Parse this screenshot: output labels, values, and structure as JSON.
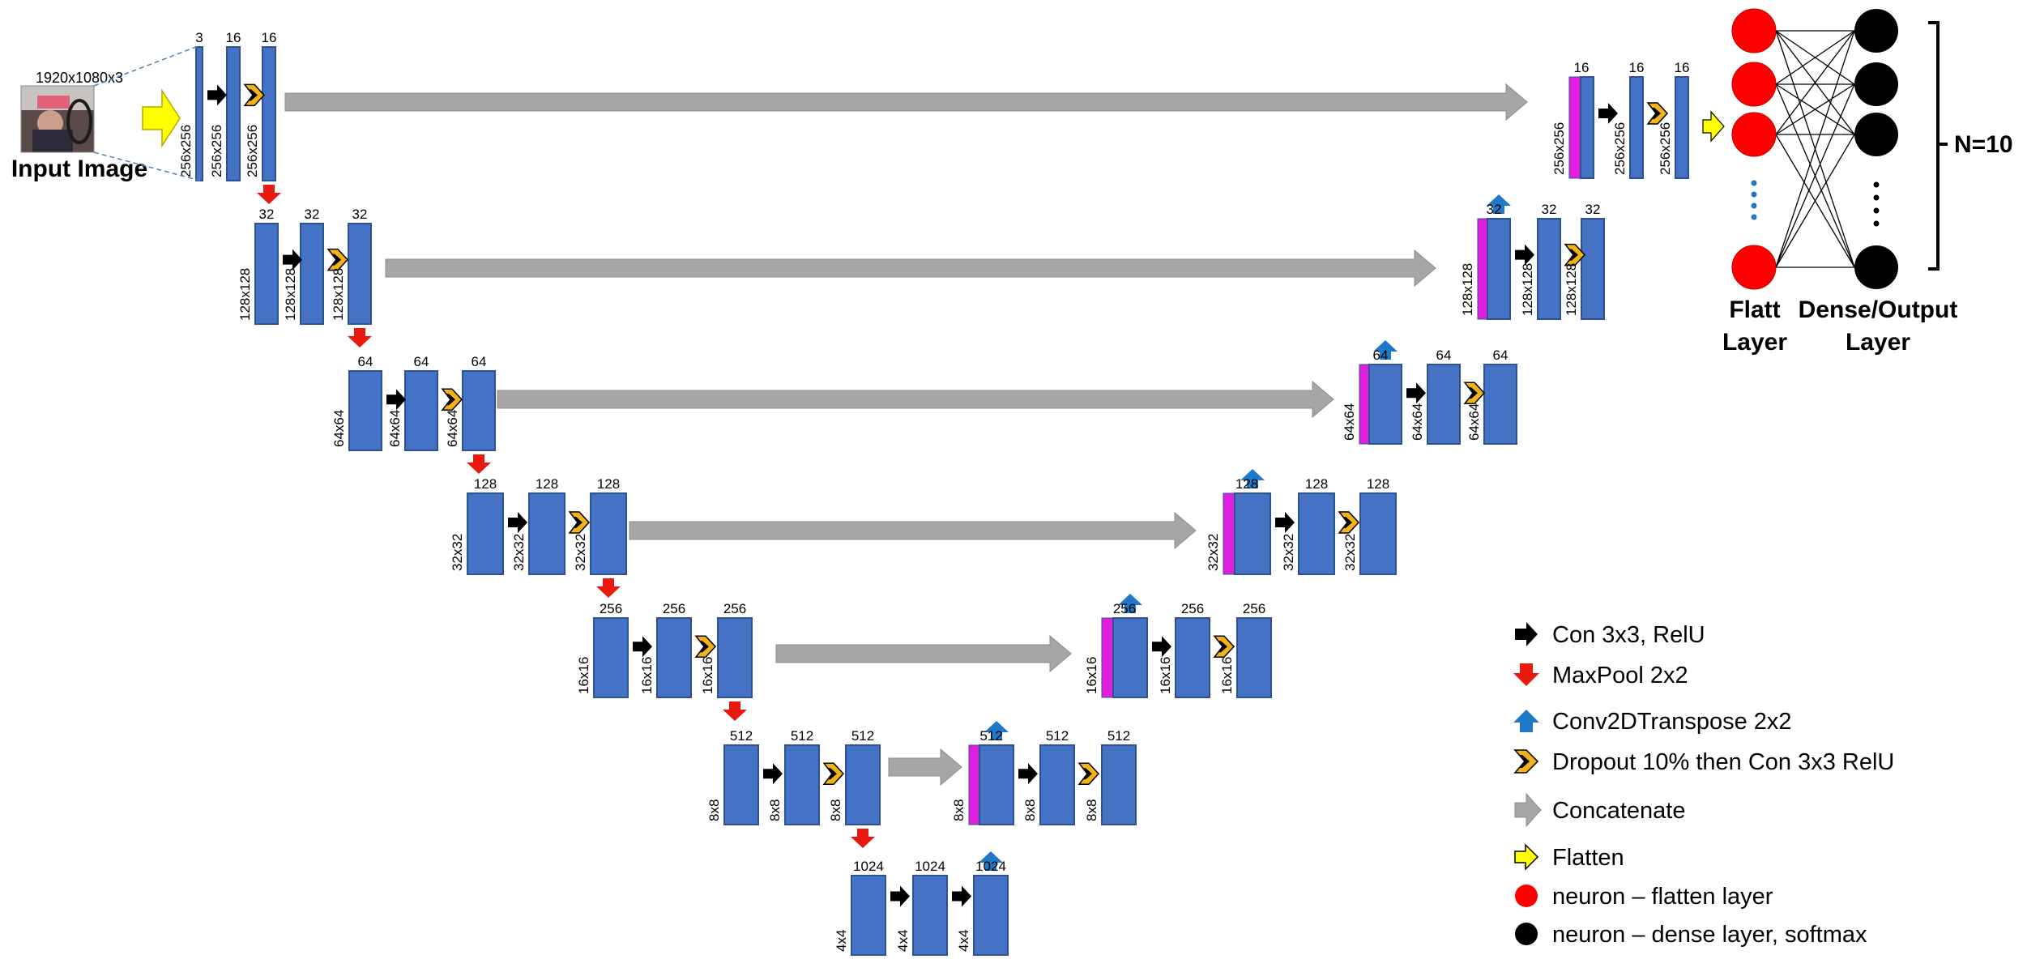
{
  "input": {
    "resolution": "1920x1080x3",
    "label": "Input Image"
  },
  "encoder": [
    {
      "name": "level1",
      "channels": [
        "3",
        "16",
        "16"
      ],
      "sizes": [
        "256x256",
        "256x256",
        "256x256"
      ]
    },
    {
      "name": "level2",
      "channels": [
        "32",
        "32",
        "32"
      ],
      "sizes": [
        "128x128",
        "128x128",
        "128x128"
      ]
    },
    {
      "name": "level3",
      "channels": [
        "64",
        "64",
        "64"
      ],
      "sizes": [
        "64x64",
        "64x64",
        "64x64"
      ]
    },
    {
      "name": "level4",
      "channels": [
        "128",
        "128",
        "128"
      ],
      "sizes": [
        "32x32",
        "32x32",
        "32x32"
      ]
    },
    {
      "name": "level5",
      "channels": [
        "256",
        "256",
        "256"
      ],
      "sizes": [
        "16x16",
        "16x16",
        "16x16"
      ]
    },
    {
      "name": "level6",
      "channels": [
        "512",
        "512",
        "512"
      ],
      "sizes": [
        "8x8",
        "8x8",
        "8x8"
      ]
    }
  ],
  "bottleneck": {
    "channels": [
      "1024",
      "1024",
      "1024"
    ],
    "sizes": [
      "4x4",
      "4x4",
      "4x4"
    ]
  },
  "decoder": [
    {
      "name": "level6",
      "channels": [
        "512",
        "512",
        "512"
      ],
      "sizes": [
        "8x8",
        "8x8",
        "8x8"
      ]
    },
    {
      "name": "level5",
      "channels": [
        "256",
        "256",
        "256"
      ],
      "sizes": [
        "16x16",
        "16x16",
        "16x16"
      ]
    },
    {
      "name": "level4",
      "channels": [
        "128",
        "128",
        "128"
      ],
      "sizes": [
        "32x32",
        "32x32",
        "32x32"
      ]
    },
    {
      "name": "level3",
      "channels": [
        "64",
        "64",
        "64"
      ],
      "sizes": [
        "64x64",
        "64x64",
        "64x64"
      ]
    },
    {
      "name": "level2",
      "channels": [
        "32",
        "32",
        "32"
      ],
      "sizes": [
        "128x128",
        "128x128",
        "128x128"
      ]
    },
    {
      "name": "level1",
      "channels": [
        "16",
        "16",
        "16"
      ],
      "sizes": [
        "256x256",
        "256x256",
        "256x256"
      ]
    }
  ],
  "dense": {
    "flatt_label_1": "Flatt",
    "flatt_label_2": "Layer",
    "dense_label_1": "Dense/Output",
    "dense_label_2": "Layer",
    "n_label": "N=10"
  },
  "legend": [
    {
      "icon": "conv-arrow-icon",
      "label": "Con 3x3, RelU"
    },
    {
      "icon": "maxpool-arrow-icon",
      "label": "MaxPool 2x2"
    },
    {
      "icon": "conv-transpose-arrow-icon",
      "label": "Conv2DTranspose 2x2"
    },
    {
      "icon": "dropout-arrow-icon",
      "label": "Dropout 10% then Con 3x3 RelU"
    },
    {
      "icon": "concatenate-arrow-icon",
      "label": "Concatenate"
    },
    {
      "icon": "flatten-arrow-icon",
      "label": "Flatten"
    },
    {
      "icon": "red-neuron-icon",
      "label": "neuron – flatten layer"
    },
    {
      "icon": "black-neuron-icon",
      "label": "neuron – dense layer, softmax"
    }
  ],
  "colors": {
    "feature_map": "#4472c4",
    "skip_bar": "#e01ee0",
    "conv_arrow": "#000000",
    "maxpool_arrow": "#e8190f",
    "transpose_arrow": "#1f78c8",
    "dropout_chevron": "#f2b21a",
    "concat_arrow": "#a6a6a6",
    "flatten_arrow": "#ffff00",
    "flatten_neuron": "#ff0000",
    "dense_neuron": "#000000"
  }
}
